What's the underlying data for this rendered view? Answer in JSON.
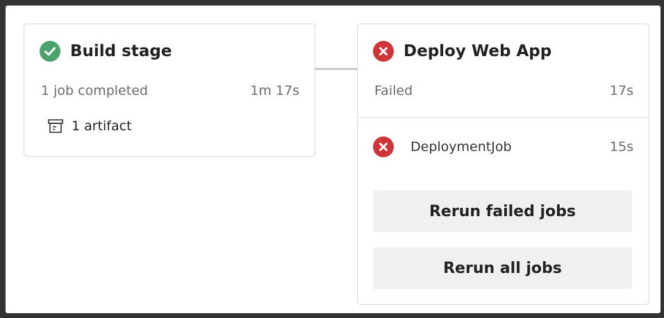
{
  "colors": {
    "success": "#4aa36b",
    "failure": "#d13438",
    "connector": "#c8c8c8",
    "button_bg": "#f0f0f0"
  },
  "build_stage": {
    "title": "Build stage",
    "status_icon": "check-circle-icon",
    "jobs_summary": "1 job completed",
    "duration": "1m 17s",
    "artifact_icon": "artifact-box-icon",
    "artifacts": "1 artifact"
  },
  "deploy_stage": {
    "title": "Deploy Web App",
    "status_icon": "error-circle-icon",
    "status": "Failed",
    "duration": "17s",
    "jobs": [
      {
        "name": "DeploymentJob",
        "duration": "15s",
        "status_icon": "error-circle-icon"
      }
    ],
    "buttons": {
      "rerun_failed": "Rerun failed jobs",
      "rerun_all": "Rerun all jobs"
    }
  }
}
